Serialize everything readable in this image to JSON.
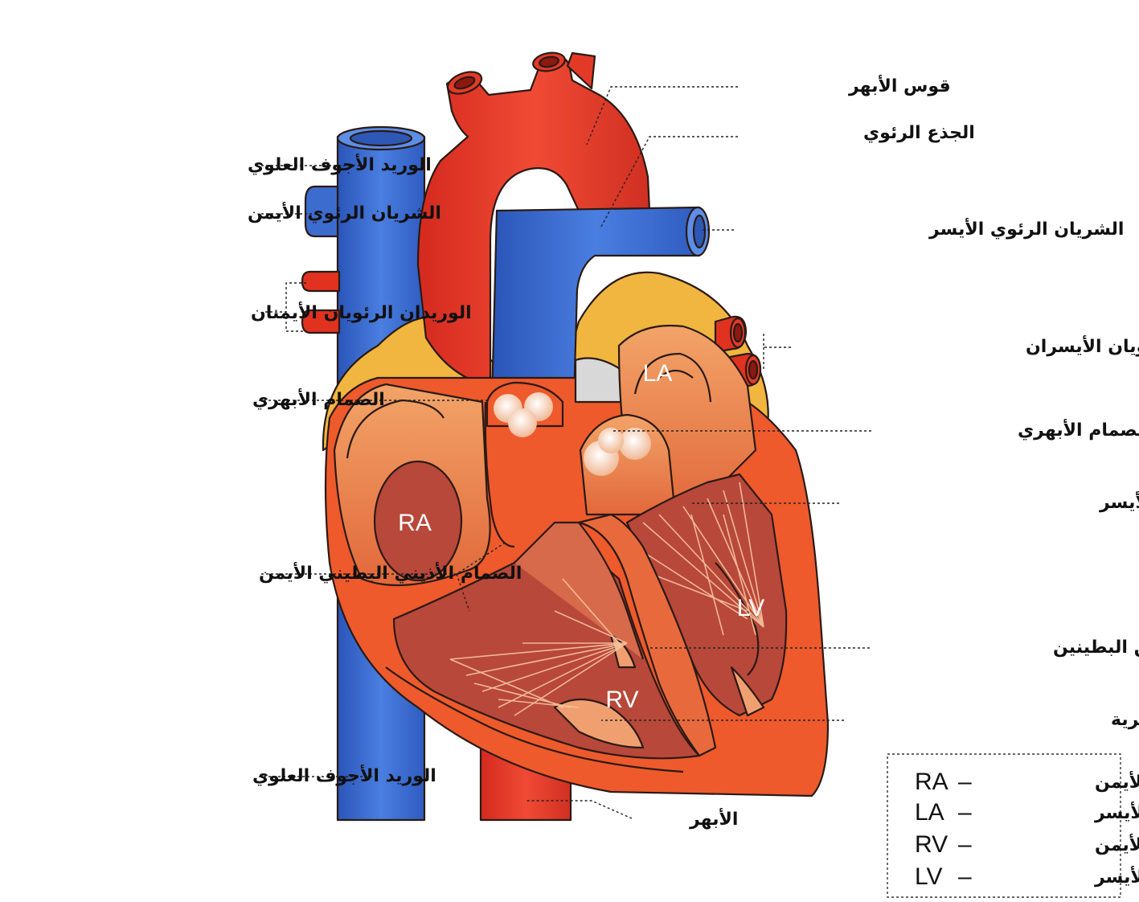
{
  "labels": {
    "aortic_arch": "قوس الأبهر",
    "pulmonary_trunk": "الجذع الرئوي",
    "left_pulmonary_artery": "الشريان الرئوي الأيسر",
    "left_pulmonary_veins": "الوريدان الرئويان الأيسران",
    "aortic_valve_right": "الصمام الأبهري",
    "mitral_valve": "الصمام الأذيني البطيني الأيسر",
    "interventricular_septum": "الحاجز بين البطينين",
    "papillary_muscle": "عضلة حليمية مع حبال وترية",
    "aorta": "الأبهر",
    "superior_vena_cava": "الوريد الأجوف العلوي",
    "right_pulmonary_artery": "الشريان الرئوي الأيمن",
    "right_pulmonary_veins": "الوريدان الرئويان الأيمنان",
    "aortic_valve_left": "الصمام الأبهري",
    "tricuspid_valve": "الصمام الأذيني البطيني الأيمن",
    "inferior_vena_cava": "الوريد الأجوف العلوي"
  },
  "chambers": {
    "ra": "RA",
    "la": "LA",
    "rv": "RV",
    "lv": "LV"
  },
  "legend": [
    {
      "abbr": "RA",
      "dash": "–",
      "text": "الأذين الأيمن"
    },
    {
      "abbr": "LA",
      "dash": "–",
      "text": "الأذين الأيسر"
    },
    {
      "abbr": "RV",
      "dash": "–",
      "text": "البطين الأيمن"
    },
    {
      "abbr": "LV",
      "dash": "–",
      "text": "البطين الأيسر"
    }
  ],
  "colors": {
    "vein_blue": "#3f6fd1",
    "artery_red": "#e8382a",
    "heart_orange": "#ee5a2c",
    "chamber_light": "#f0a070",
    "chamber_dark": "#b8483a",
    "fat_yellow": "#f0b640",
    "valve_white": "#fbe6d6"
  }
}
